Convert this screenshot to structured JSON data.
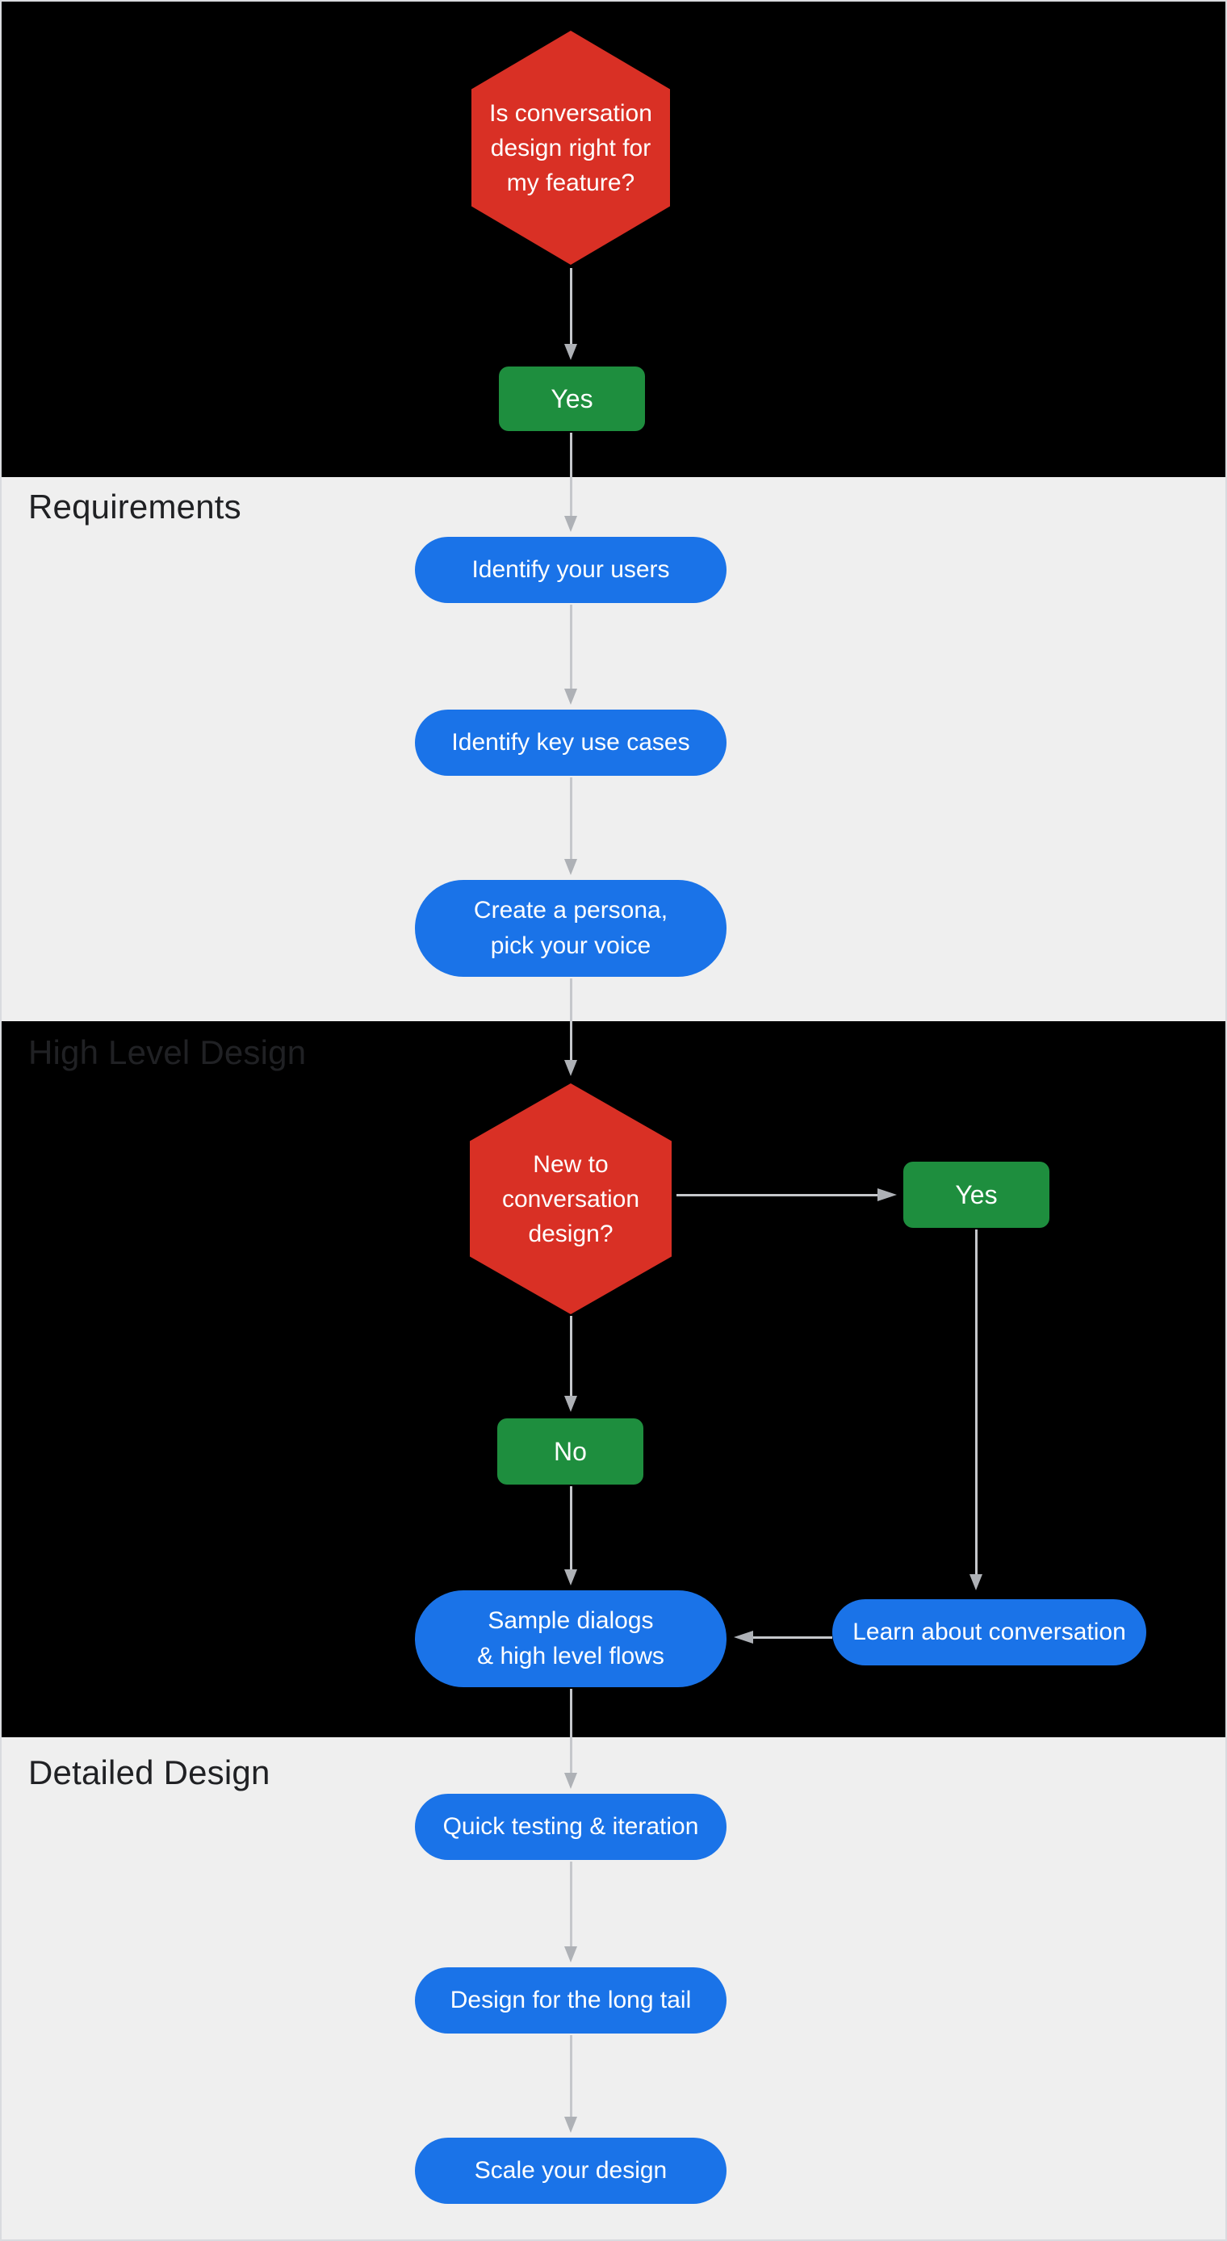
{
  "diagram": {
    "description_labels": {
      "requirements": "Requirements",
      "high_level_design": "High Level Design",
      "detailed_design": "Detailed Design"
    },
    "nodes": {
      "q_right_for_feature": {
        "type": "decision",
        "text": "Is conversation\ndesign right for\nmy feature?"
      },
      "yes_1": {
        "type": "answer",
        "text": "Yes"
      },
      "identify_users": {
        "type": "step",
        "text": "Identify your users"
      },
      "key_use_cases": {
        "type": "step",
        "text": "Identify key use cases"
      },
      "persona_voice": {
        "type": "step",
        "text": "Create a persona,\npick your voice"
      },
      "q_new_to_design": {
        "type": "decision",
        "text": "New to\nconversation\ndesign?"
      },
      "yes_2": {
        "type": "answer",
        "text": "Yes"
      },
      "no_1": {
        "type": "answer",
        "text": "No"
      },
      "sample_dialogs": {
        "type": "step",
        "text": "Sample dialogs\n& high level flows"
      },
      "learn_conversation": {
        "type": "step",
        "text": "Learn about conversation"
      },
      "quick_testing": {
        "type": "step",
        "text": "Quick testing & iteration"
      },
      "long_tail": {
        "type": "step",
        "text": "Design for the long tail"
      },
      "scale_design": {
        "type": "step",
        "text": "Scale your design"
      }
    }
  },
  "colors": {
    "canvas_border": "#d9dbdf",
    "section_dark": "#000000",
    "section_light": "#efefef",
    "label_text": "#202124",
    "node_text": "#ffffff",
    "blue": "#1a73e8",
    "red": "#d93025",
    "green": "#1e8e3e",
    "arrow_line": "#c5c7cb",
    "arrow_head": "#aeb1b6"
  }
}
